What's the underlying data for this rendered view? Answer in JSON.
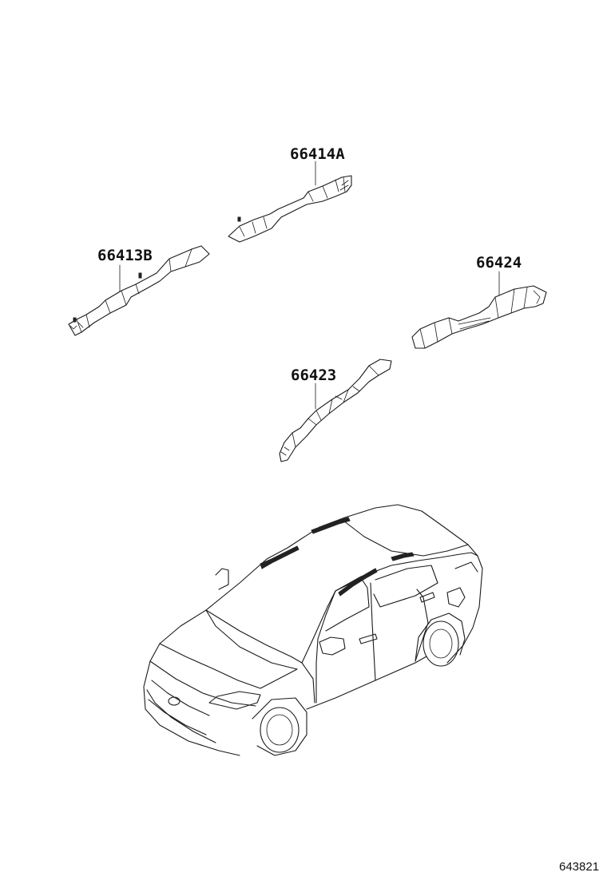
{
  "diagram": {
    "callouts": [
      {
        "id": "p66414A",
        "label": "66414A"
      },
      {
        "id": "p66413B",
        "label": "66413B"
      },
      {
        "id": "p66424",
        "label": "66424"
      },
      {
        "id": "p66423",
        "label": "66423"
      }
    ],
    "figure_number": "643821",
    "line_color": "#1a1a1a",
    "background": "#ffffff"
  }
}
